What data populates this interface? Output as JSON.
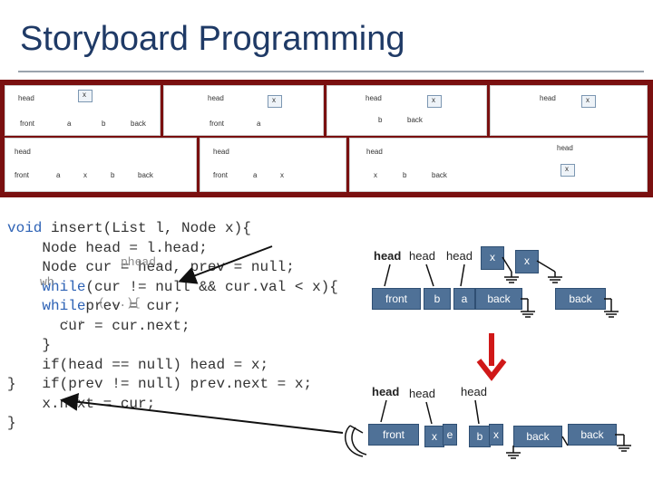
{
  "title": "Storyboard Programming",
  "panel_labels": {
    "head": "head",
    "front": "front",
    "back": "back",
    "a": "a",
    "b": "b",
    "x": "x"
  },
  "code_lines": [
    [
      "void",
      " insert(List l, Node x){"
    ],
    [
      "",
      "    Node head = l.head;"
    ],
    [
      "",
      "    Node cur = head, prev = null;"
    ],
    [
      "while",
      "(cur != null && cur.val < x){"
    ],
    [
      "while",
      "prev = cur;"
    ],
    [
      "",
      "      cur = cur.next;"
    ],
    [
      "",
      "    }"
    ],
    [
      "",
      "    if(head == null) head = x;"
    ],
    [
      "",
      "}   if(prev != null) prev.next = x;"
    ],
    [
      "",
      "    x.next = cur;"
    ],
    [
      "",
      "}"
    ]
  ],
  "code_ghosts": {
    "line3": "phead,",
    "line4": "wh",
    "line5": "(...){",
    "line6": "..."
  },
  "right_top": {
    "heads": [
      "head",
      "head",
      "head"
    ],
    "nodes": [
      "front",
      "b",
      "a",
      "back",
      "back"
    ],
    "x_boxes": [
      "x",
      "x"
    ]
  },
  "right_bottom": {
    "heads": [
      "head",
      "head",
      "head"
    ],
    "nodes": [
      "front",
      "x",
      "e",
      "b",
      "x",
      "back",
      "back"
    ]
  },
  "colors": {
    "title": "#1f3a66",
    "panel_band": "#7a1010",
    "node": "#4f7197",
    "arrow_red": "#d01818",
    "keyword": "#2d62b5"
  }
}
